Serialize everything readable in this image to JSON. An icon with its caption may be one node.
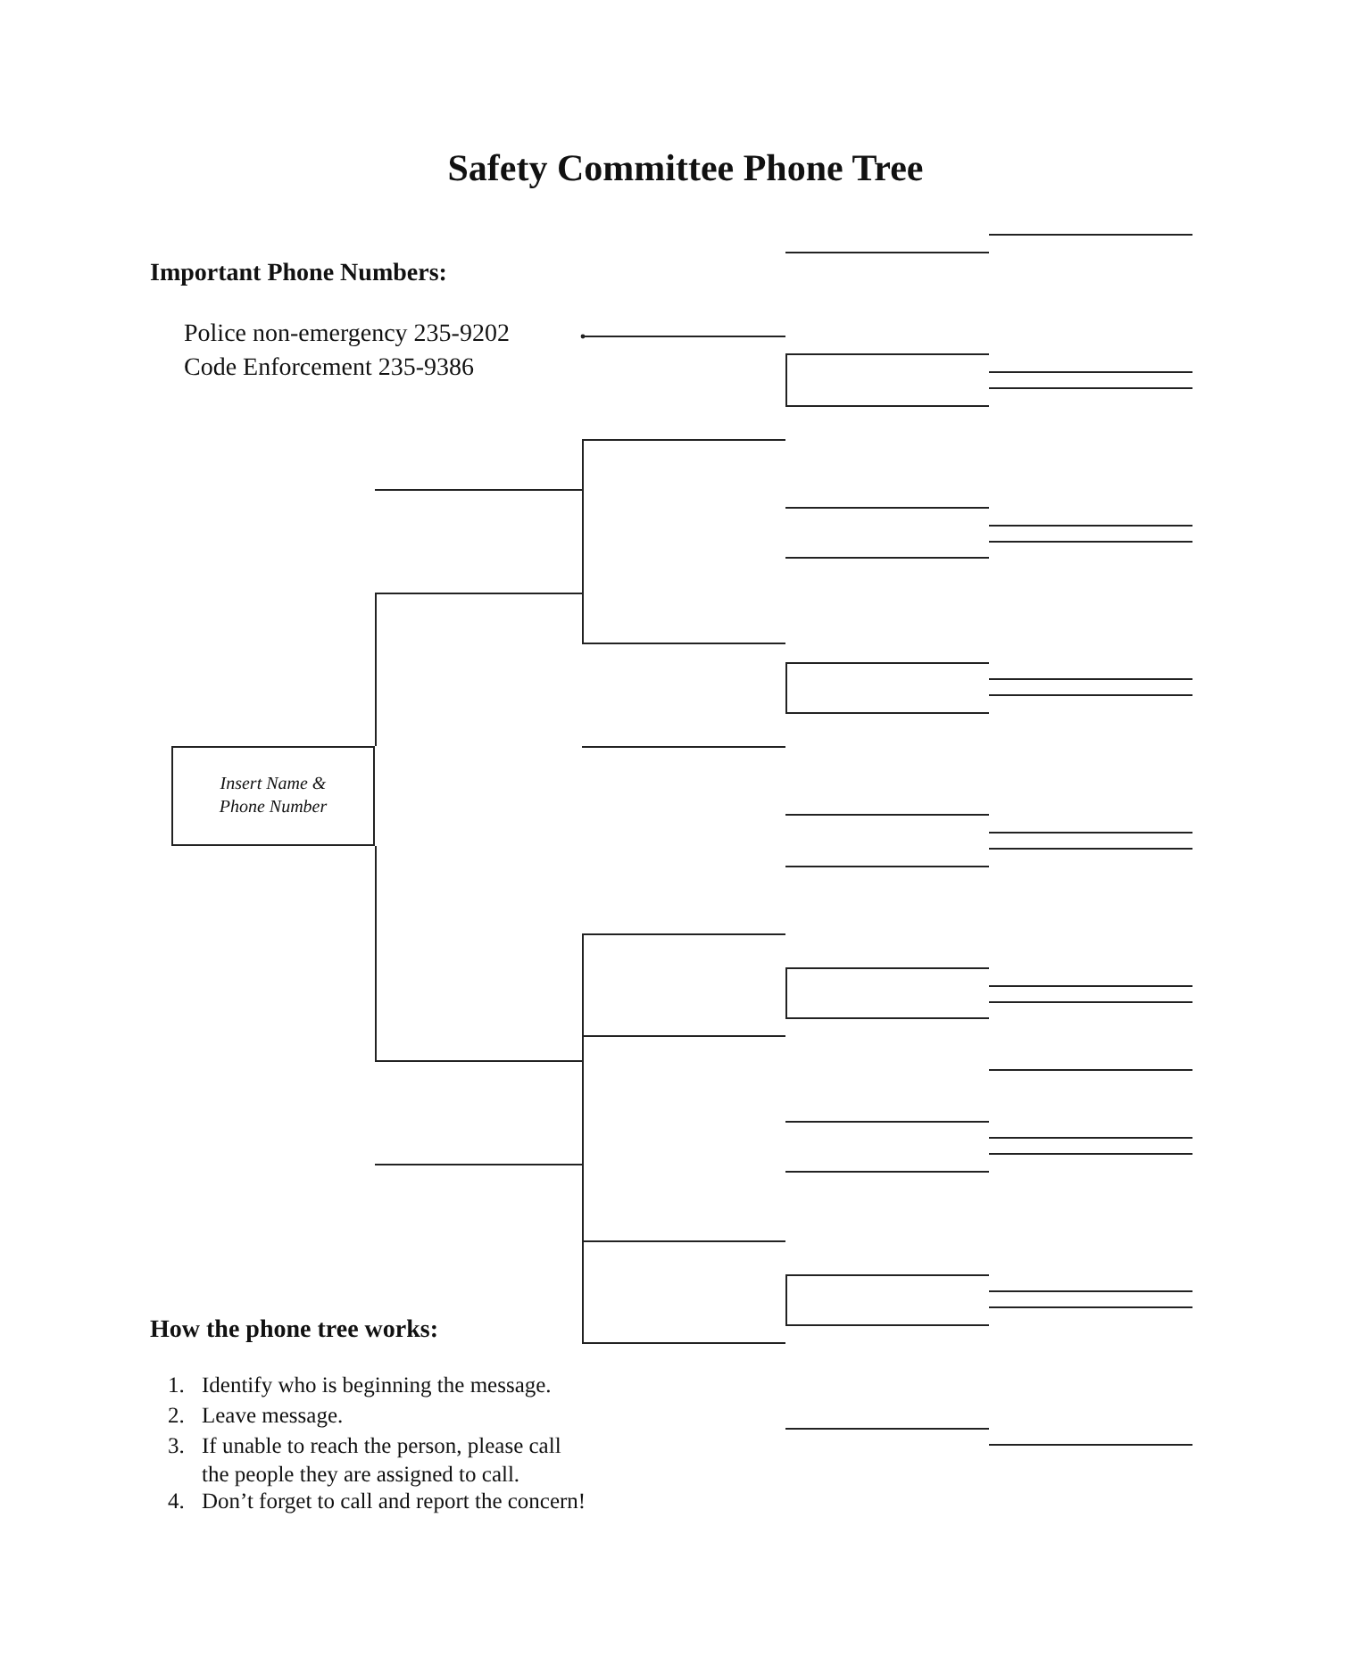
{
  "diagram": {
    "title": "Safety Committee Phone Tree",
    "nodes": [
      {
        "text": [
          "Insert Name & Phone Number"
        ]
      },
      {
        "text": [],
        "shape": "bar"
      },
      {
        "text": [],
        "shape": "bar"
      },
      {
        "text": [],
        "shape": "bar"
      },
      {
        "text": [],
        "shape": "bar"
      },
      {
        "text": [],
        "shape": "bar"
      },
      {
        "text": [],
        "shape": "bar"
      },
      {
        "text": [],
        "shape": "bar"
      },
      {
        "text": [],
        "shape": "bar"
      }
    ],
    "edges": [
      {
        "from": 0,
        "to": 1,
        "arrow": "none"
      },
      {
        "from": 0,
        "to": 2,
        "arrow": "none"
      },
      {
        "from": 1,
        "to": 3,
        "arrow": "none"
      },
      {
        "from": 1,
        "to": 4,
        "arrow": "none"
      },
      {
        "from": 2,
        "to": 5,
        "arrow": "none"
      },
      {
        "from": 2,
        "to": 6,
        "arrow": "none"
      },
      {
        "from": 2,
        "to": 7,
        "arrow": "none"
      },
      {
        "from": 2,
        "to": 8,
        "arrow": "none"
      }
    ],
    "labels": [
      "Important Phone Numbers:",
      "Police non-emergency 235-9202",
      "Code Enforcement 235-9386",
      "How the phone tree works:",
      "1.",
      "Identify who is beginning the message.",
      "2.",
      "Leave message.",
      "3.",
      "If unable to reach the person, please call the people they are assigned to call.",
      "4.",
      "Don’t forget to call and report the concern!"
    ]
  }
}
